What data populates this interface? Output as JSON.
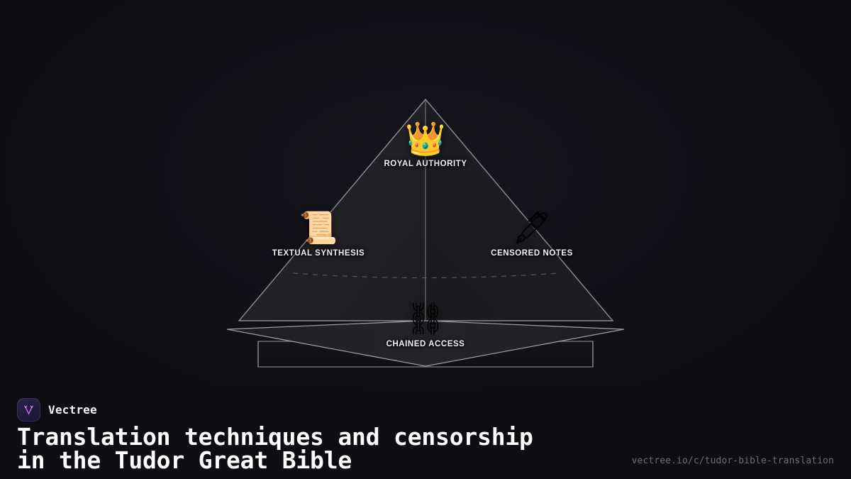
{
  "theme": {
    "background": "#0d0d12",
    "accent": "#c06ae8",
    "label_color": "#f2f3f6",
    "outline_color": "#8a8a92",
    "url_color": "#6d6d78"
  },
  "diagram": {
    "type": "pyramid-hierarchy",
    "tiers": [
      {
        "id": "top",
        "label": "ROYAL AUTHORITY",
        "icon": "crown-icon",
        "glyph": "👑"
      },
      {
        "id": "left",
        "label": "TEXTUAL SYNTHESIS",
        "icon": "scroll-icon",
        "glyph": "📜"
      },
      {
        "id": "right",
        "label": "CENSORED NOTES",
        "icon": "fountain-pen-icon",
        "glyph": "🖋"
      },
      {
        "id": "base",
        "label": "CHAINED ACCESS",
        "icon": "chains-icon",
        "glyph": "⛓"
      }
    ]
  },
  "footer": {
    "brand_name": "Vectree",
    "brand_icon": "vectree-logo-icon",
    "headline_line1": "Translation techniques and censorship",
    "headline_line2": "in the Tudor Great Bible",
    "source_url": "vectree.io/c/tudor-bible-translation"
  }
}
